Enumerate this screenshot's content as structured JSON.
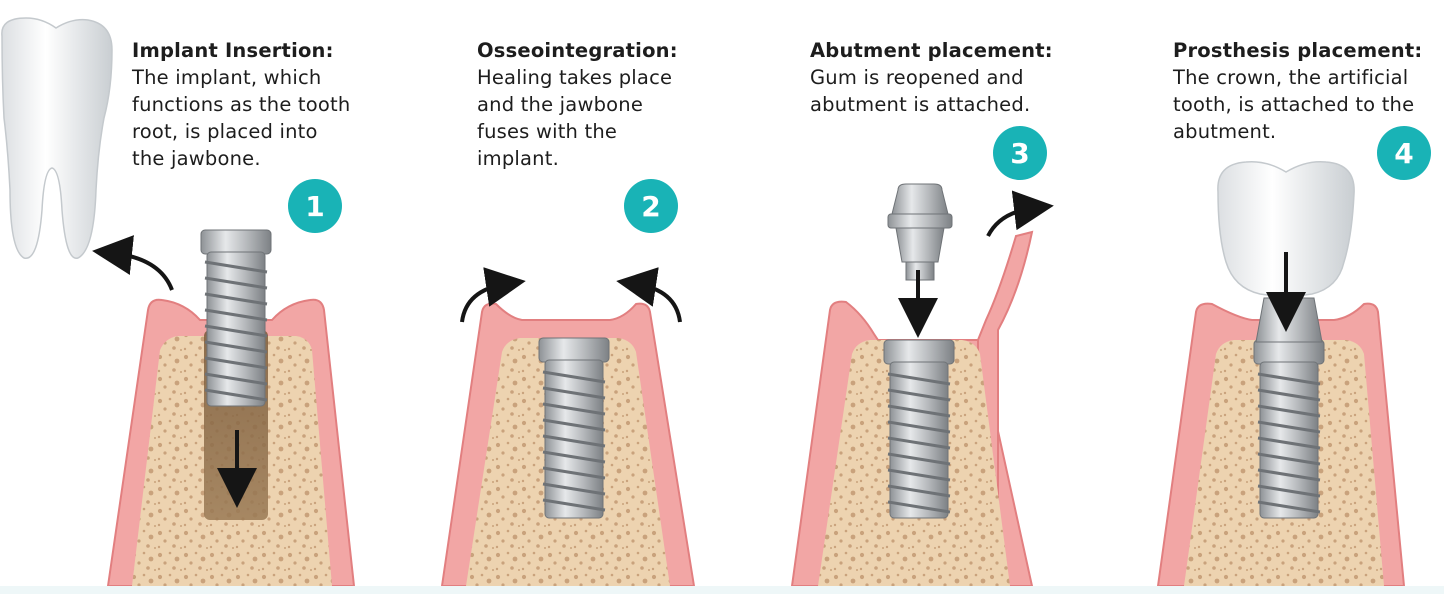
{
  "steps": [
    {
      "title": "Implant Insertion:",
      "lines": [
        "The implant, which",
        "functions as the tooth",
        "root, is placed into",
        "the jawbone."
      ],
      "badge": "1"
    },
    {
      "title": "Osseointegration:",
      "lines": [
        "Healing takes place",
        "and the jawbone",
        "fuses with the",
        "implant."
      ],
      "badge": "2"
    },
    {
      "title": "Abutment placement:",
      "lines": [
        "Gum is reopened and",
        "abutment is attached."
      ],
      "badge": "3"
    },
    {
      "title": "Prosthesis placement:",
      "lines": [
        "The crown, the artificial",
        "tooth, is attached to the",
        "abutment."
      ],
      "badge": "4"
    }
  ],
  "colors": {
    "gum": "#f2a6a5",
    "gum_edge": "#e27f80",
    "bone": "#edd3b0",
    "bone_dots": "#c9a27c",
    "metal": "#b9bcbf",
    "badge": "#19b3b6",
    "arrow": "#151515"
  },
  "icons": [
    "tooth-icon",
    "arrow-icon",
    "implant-screw-icon",
    "abutment-icon",
    "crown-icon"
  ]
}
